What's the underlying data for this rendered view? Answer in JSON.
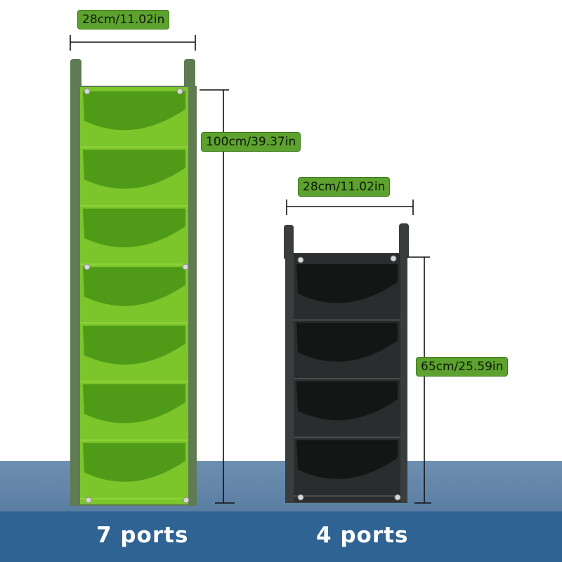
{
  "green_planter": {
    "width_label": "28cm/11.02in",
    "height_label": "100cm/39.37in",
    "caption": "7 ports",
    "pocket_count": 7,
    "felt_color": "#7cc52a",
    "border_color": "#5e7b52"
  },
  "black_planter": {
    "width_label": "28cm/11.02in",
    "height_label": "65cm/25.59in",
    "caption": "4 ports",
    "pocket_count": 4,
    "felt_color": "#2a2c2d",
    "border_color": "#3a3d3e"
  },
  "colors": {
    "label_bg": "#5da12f",
    "floor_back": "#6d8fb0",
    "floor_front": "#2e6394"
  }
}
